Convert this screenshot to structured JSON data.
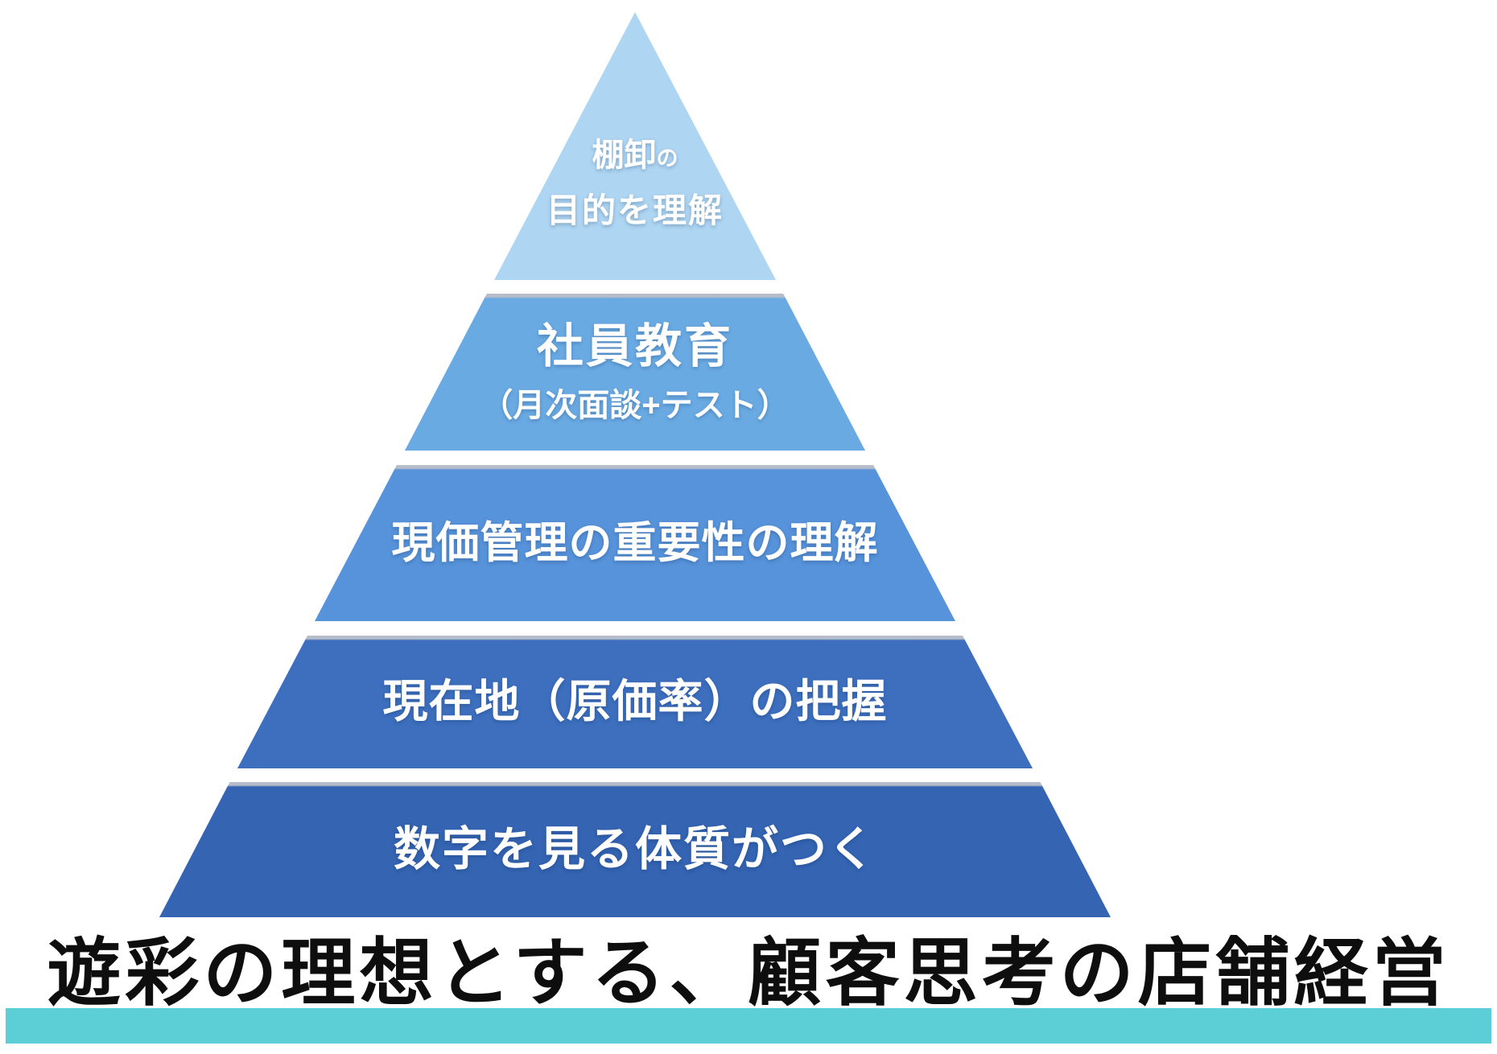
{
  "pyramid": {
    "tiers": [
      {
        "label_main": "棚卸",
        "label_suffix": "の",
        "label_line2": "目的を理解",
        "color": "#aed5f2"
      },
      {
        "label": "社員教育",
        "sub_label": "（月次面談+テスト）",
        "color": "#6aaae3"
      },
      {
        "label": "現価管理の重要性の理解",
        "color": "#5793da"
      },
      {
        "label": "現在地（原価率）の把握",
        "color": "#3d6fbe"
      },
      {
        "label": "数字を見る体質がつく",
        "color": "#3464b2"
      }
    ]
  },
  "footer": {
    "title": "遊彩の理想とする、顧客思考の店舗経営",
    "accent_bar_color": "#5bced6",
    "edge_shade_color": "rgba(15,35,80,0.30)"
  }
}
